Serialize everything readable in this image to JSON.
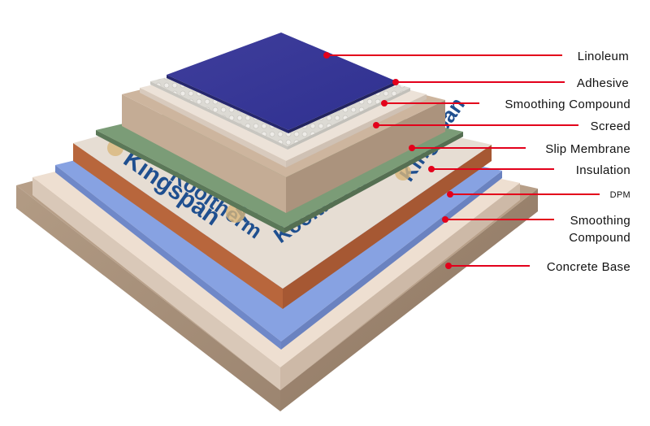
{
  "brand": {
    "insulation_print_1": "Kingspan",
    "insulation_print_2": "Kooltherm"
  },
  "layers": [
    {
      "id": "linoleum",
      "label": "Linoleum",
      "color": "#3d3f9a"
    },
    {
      "id": "adhesive",
      "label": "Adhesive",
      "color": "#e4e2dd"
    },
    {
      "id": "smoothing-compound-top",
      "label": "Smoothing Compound",
      "color": "#e9ddd2"
    },
    {
      "id": "screed",
      "label": "Screed",
      "color": "#b59e88"
    },
    {
      "id": "slip-membrane",
      "label": "Slip Membrane",
      "color": "#6e8f6a"
    },
    {
      "id": "insulation",
      "label": "Insulation",
      "color": "#b9683f"
    },
    {
      "id": "dpm",
      "label": "DPM",
      "color": "#7b96d8"
    },
    {
      "id": "smoothing-compound-bottom",
      "label_line1": "Smoothing",
      "label_line2": "Compound",
      "color": "#ecdccd"
    },
    {
      "id": "concrete-base",
      "label": "Concrete Base",
      "color": "#a89078"
    }
  ],
  "colors": {
    "leader": "#e3001b",
    "text": "#111111",
    "brand_blue": "#1f4f8f"
  }
}
